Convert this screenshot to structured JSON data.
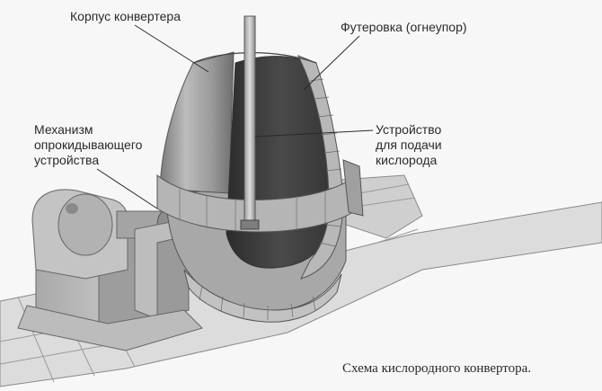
{
  "labels": {
    "body": "Корпус конвертера",
    "lining": "Футеровка (огнеупор)",
    "tilt_line1": "Механизм",
    "tilt_line2": "опрокидывающего",
    "tilt_line3": "устройства",
    "oxygen_line1": "Устройство",
    "oxygen_line2": "для подачи",
    "oxygen_line3": "кислорода"
  },
  "caption": "Схема кислородного конвертора."
}
